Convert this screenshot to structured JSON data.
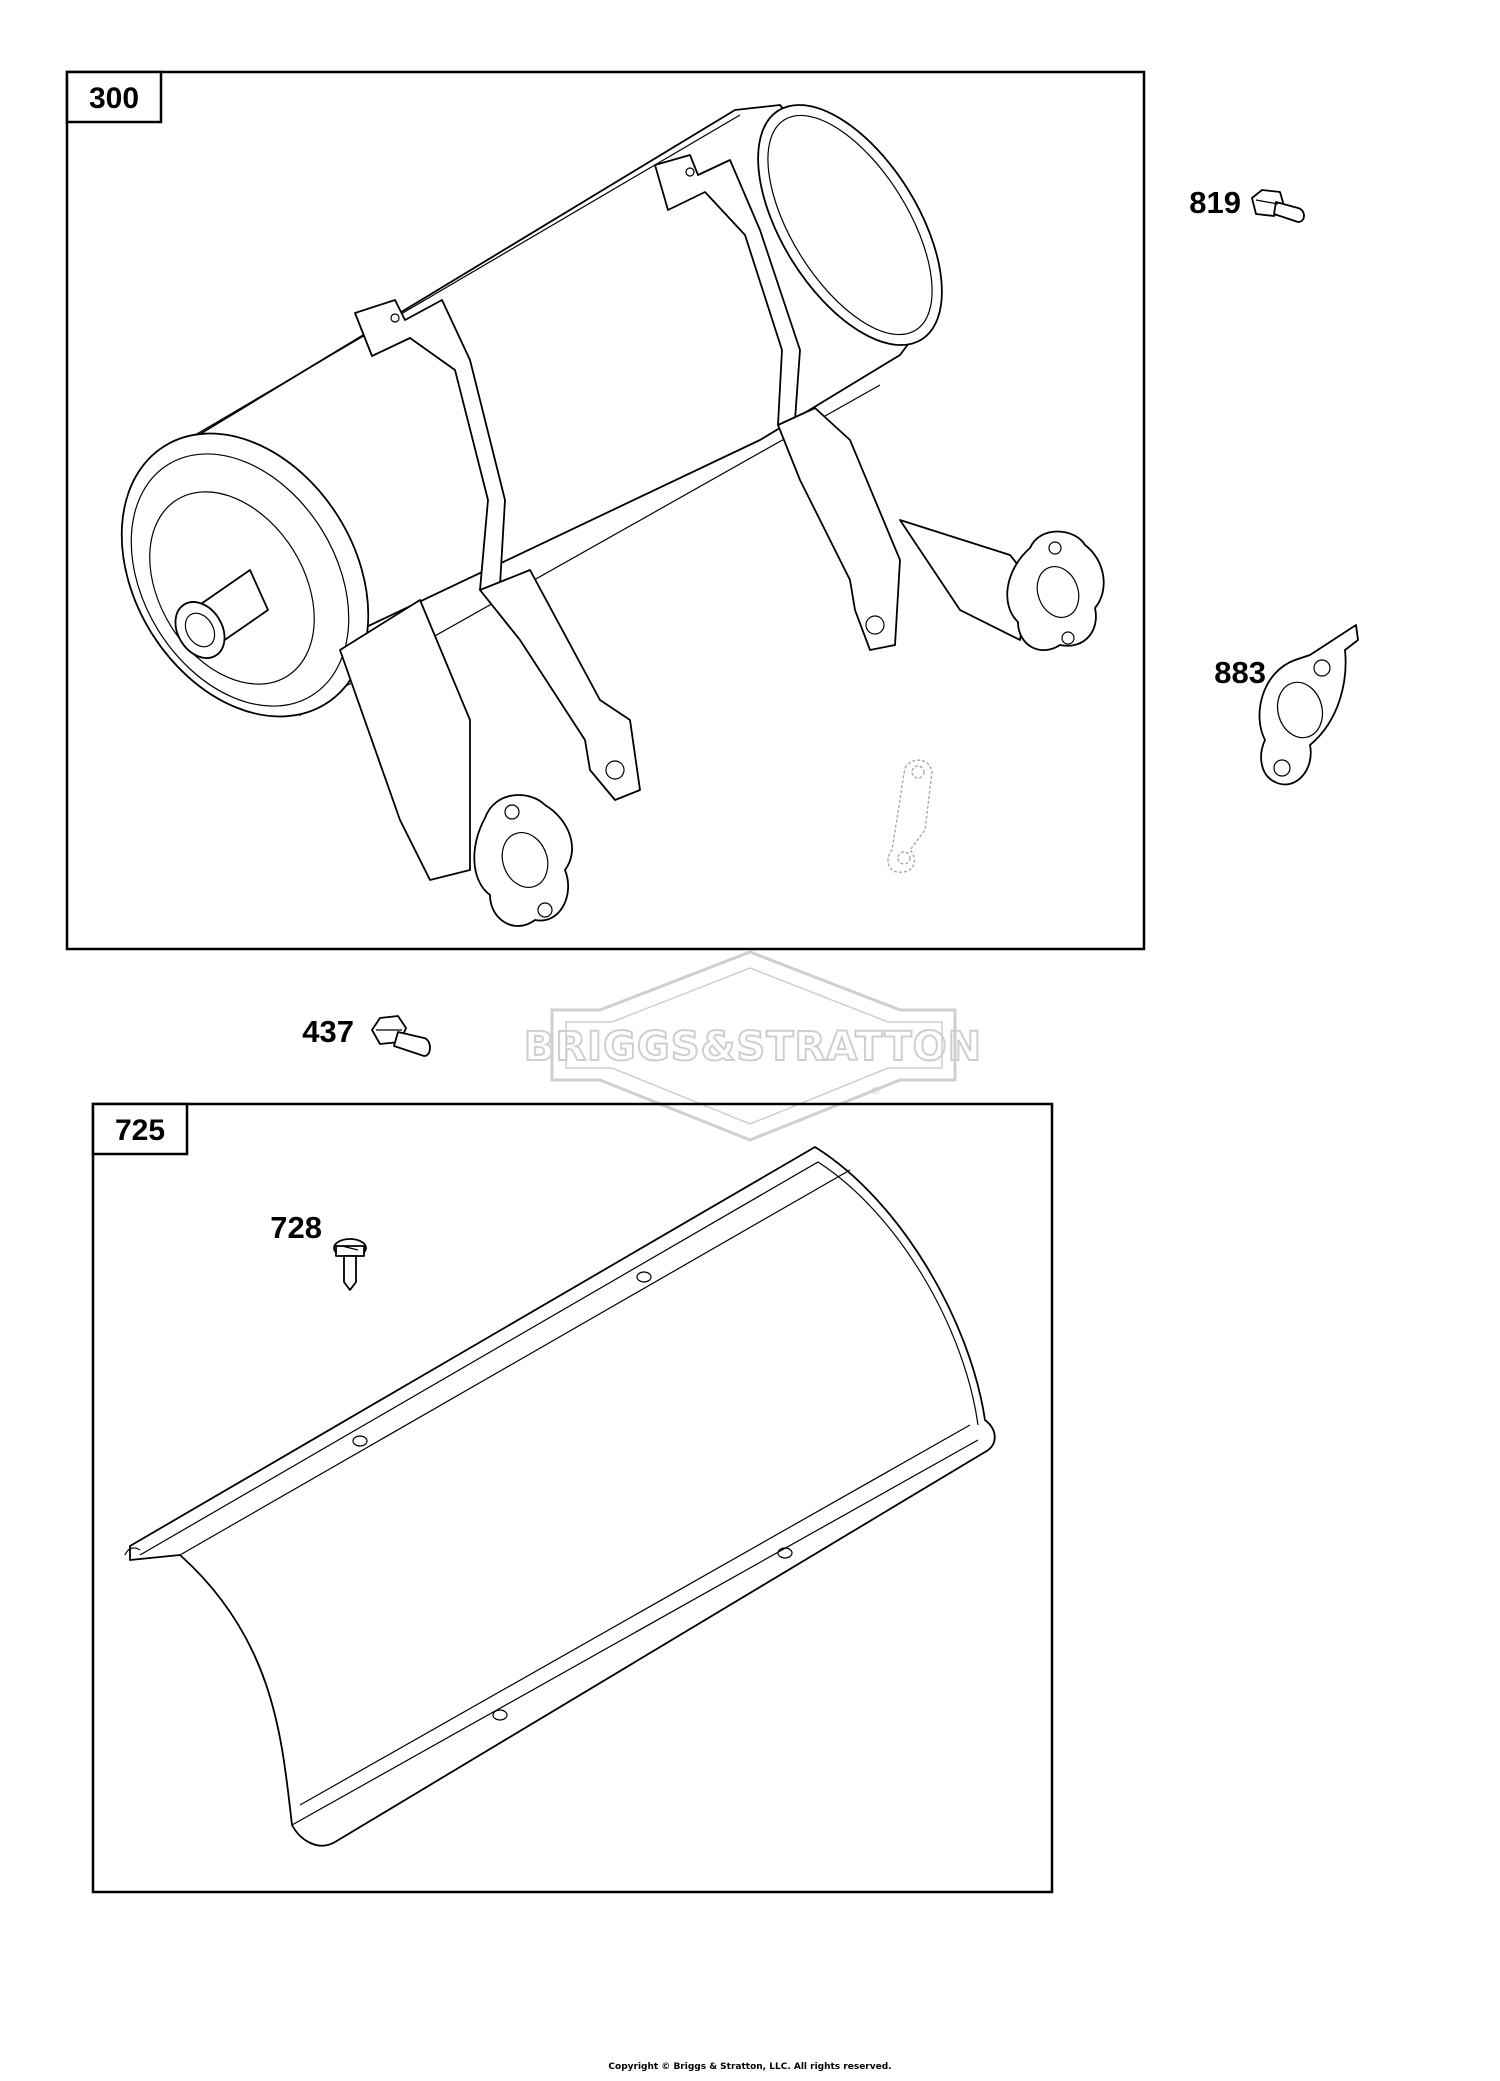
{
  "boxes": {
    "muffler_box_label": "300",
    "heat_shield_box_label": "725"
  },
  "callouts": {
    "screw_819": "819",
    "gasket_883": "883",
    "screw_437": "437",
    "screw_728": "728"
  },
  "watermark": {
    "brand": "BRIGGS&STRATTON",
    "mark": "®",
    "color": "#cfcfcf"
  },
  "footer": {
    "copyright": "Copyright © Briggs & Stratton, LLC. All rights reserved."
  },
  "colors": {
    "line": "#000000",
    "background": "#ffffff"
  }
}
